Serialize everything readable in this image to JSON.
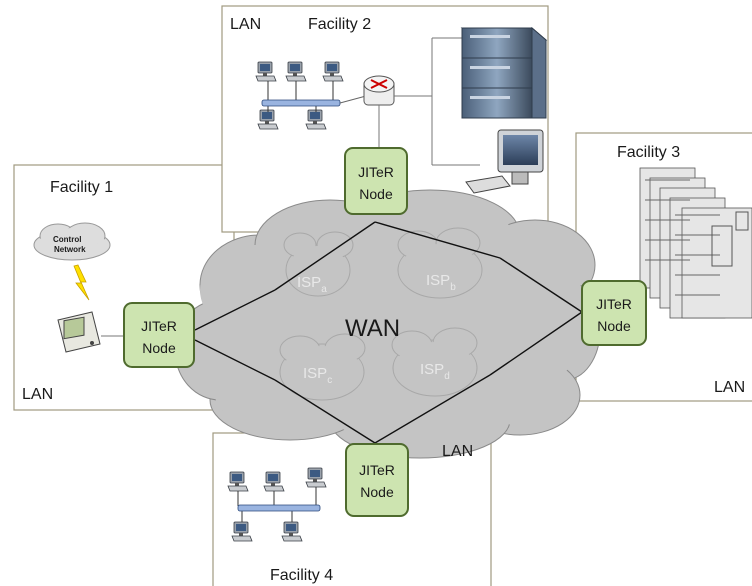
{
  "facilities": {
    "f1": {
      "title": "Facility 1",
      "lan": "LAN",
      "cloud": "Control Network"
    },
    "f2": {
      "title": "Facility 2",
      "lan": "LAN"
    },
    "f3": {
      "title": "Facility 3",
      "lan": "LAN"
    },
    "f4": {
      "title": "Facility 4",
      "lan": "LAN"
    }
  },
  "wan": {
    "label": "WAN"
  },
  "nodes": {
    "n1": {
      "line1": "JITeR",
      "line2": "Node"
    },
    "n2": {
      "line1": "JITeR",
      "line2": "Node"
    },
    "n3": {
      "line1": "JITeR",
      "line2": "Node"
    },
    "n4": {
      "line1": "JITeR",
      "line2": "Node"
    }
  },
  "isps": {
    "a": {
      "main": "ISP",
      "sub": "a"
    },
    "b": {
      "main": "ISP",
      "sub": "b"
    },
    "c": {
      "main": "ISP",
      "sub": "c"
    },
    "d": {
      "main": "ISP",
      "sub": "d"
    }
  },
  "colors": {
    "node_fill": "#cde4b0",
    "node_stroke": "#4f6b2e",
    "cloud": "#c4c4c4",
    "border": "#a09a80"
  }
}
